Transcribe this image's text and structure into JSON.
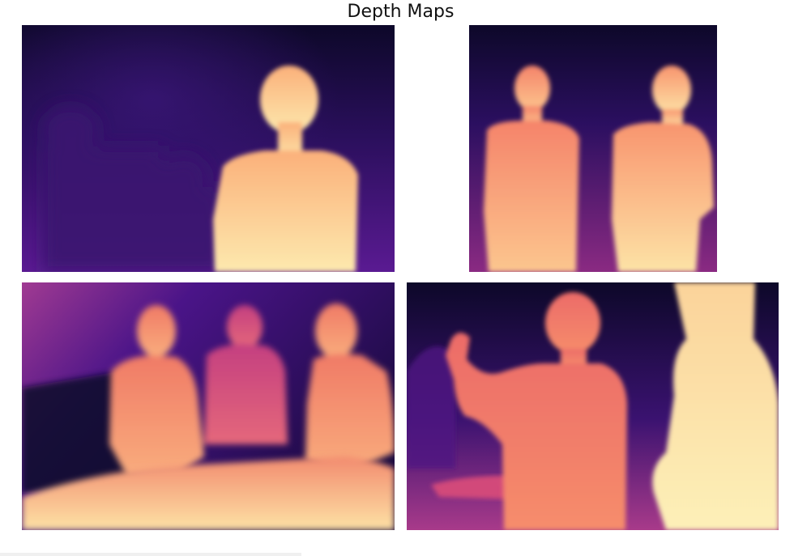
{
  "figure": {
    "title": "Depth Maps",
    "colormap": "magma",
    "colors": {
      "near": "#fcfdbf",
      "mid_near": "#fb8861",
      "mid": "#b63679",
      "mid_far": "#51127c",
      "far": "#0d0829"
    }
  },
  "panels": [
    {
      "name": "depth-map-single-person",
      "people": 1
    },
    {
      "name": "depth-map-two-people",
      "people": 2
    },
    {
      "name": "depth-map-three-seated-people",
      "people": 3
    },
    {
      "name": "depth-map-two-people-gesturing",
      "people": 2
    }
  ]
}
